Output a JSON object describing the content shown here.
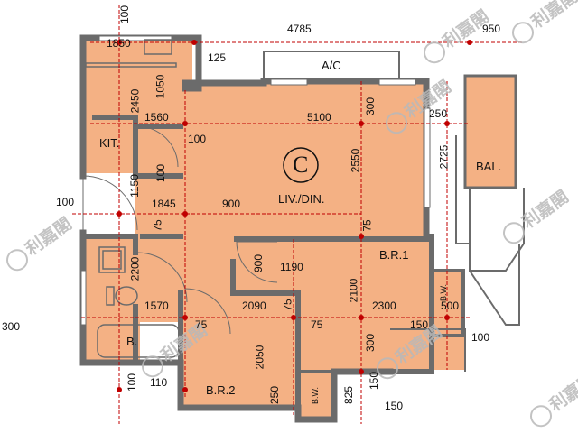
{
  "colors": {
    "floor": "#f4b184",
    "wall": "#6b6b6b",
    "dimension": "#c00000",
    "balcony": "#f4b184",
    "watermark": "#b9b9b9"
  },
  "unit_label": "C",
  "rooms": {
    "kitchen": "KIT.",
    "living_dining": "LIV./DIN.",
    "balcony": "BAL.",
    "bedroom1": "B.R.1",
    "bedroom2": "B.R.2",
    "bath": "B.",
    "ac": "A/C",
    "bw1": "B.W.",
    "bw2": "B.W."
  },
  "dimensions": {
    "d100_top": "100",
    "d4785": "4785",
    "d950": "950",
    "d1850": "1850",
    "d125": "125",
    "d2450": "2450",
    "d1050": "1050",
    "d1560": "1560",
    "d5100": "5100",
    "d300_top": "300",
    "d250_top": "250",
    "d2725": "2725",
    "d100_kit": "100",
    "d2550": "2550",
    "d1150": "1150",
    "d100_v": "100",
    "d100_left": "100",
    "d1845": "1845",
    "d900_h": "900",
    "d75_v": "75",
    "d75_mid": "75",
    "d2200": "2200",
    "d900_v": "900",
    "d1190": "1190",
    "d1570": "1570",
    "d2090": "2090",
    "d75_br2": "75",
    "d2100": "2100",
    "d2300": "2300",
    "d500": "500",
    "d300_left": "300",
    "d75_a": "75",
    "d75_b": "75",
    "d150_mid": "150",
    "d300_mid": "300",
    "d100_right": "100",
    "d2050": "2050",
    "d100_bl": "100",
    "d110": "110",
    "d250_bot": "250",
    "d825": "825",
    "d150_bot": "150",
    "d150_br": "150"
  },
  "watermarks": [
    "利嘉閣",
    "利嘉閣",
    "利嘉閣",
    "利嘉閣",
    "利嘉閣",
    "利嘉閣",
    "利嘉閣",
    "利嘉閣"
  ]
}
